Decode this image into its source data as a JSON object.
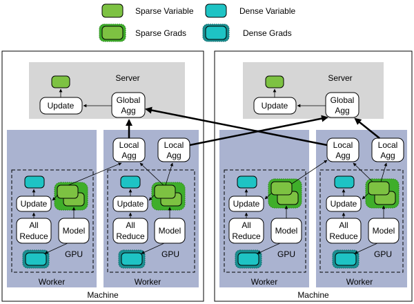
{
  "legend": {
    "sparse_variable": "Sparse Variable",
    "dense_variable": "Dense Variable",
    "sparse_grads": "Sparse Grads",
    "dense_grads": "Dense Grads"
  },
  "machine_label": "Machine",
  "server_label": "Server",
  "worker_label": "Worker",
  "gpu_label": "GPU",
  "nodes": {
    "update": "Update",
    "global_agg_1": "Global",
    "global_agg_2": "Agg",
    "local_agg_1": "Local",
    "local_agg_2": "Agg",
    "all_reduce_1": "All",
    "all_reduce_2": "Reduce",
    "model": "Model"
  },
  "colors": {
    "sparse": "#7dc242",
    "sparse_halo": "#3fae2a",
    "dense": "#1ec3c4",
    "dense_halo": "#1a8f91",
    "server_bg": "#d6d6d6",
    "worker_bg": "#aab3d0"
  }
}
